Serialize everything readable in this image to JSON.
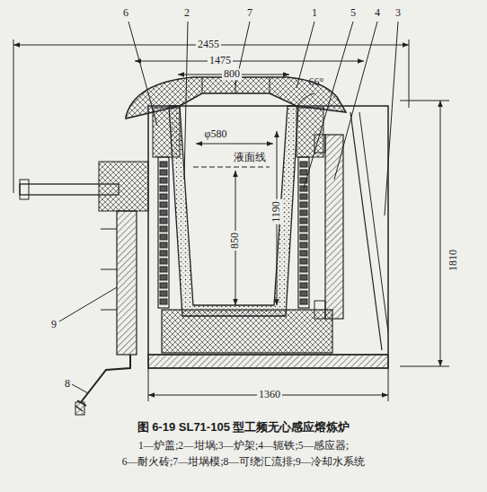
{
  "diagram": {
    "caption": "图 6-19  SL71-105 型工频无心感应熔炼炉",
    "labels": [
      "6",
      "2",
      "7",
      "1",
      "5",
      "4",
      "3",
      "2455",
      "1475",
      "800",
      "φ580",
      "66°",
      "液面线",
      "1190",
      "850",
      "1810",
      "9",
      "8",
      "1360",
      "1—炉盖;2—坩埚;3—炉架;4—轭铁;5—感应器;",
      "6—耐火砖;7—坩埚模;8—可绕汇流排;9—冷却水系统"
    ]
  }
}
